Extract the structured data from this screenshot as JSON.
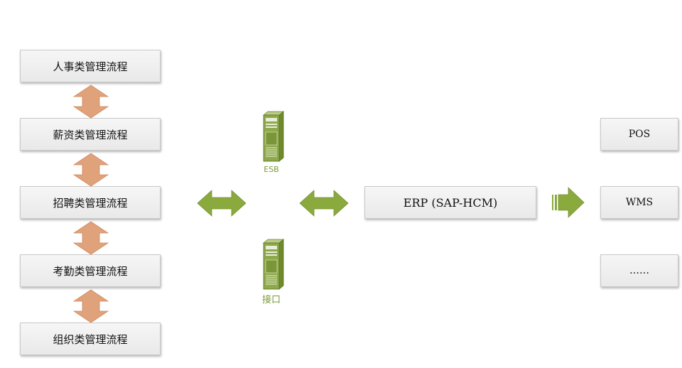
{
  "processes": [
    {
      "label": "人事类管理流程"
    },
    {
      "label": "薪资类管理流程"
    },
    {
      "label": "招聘类管理流程"
    },
    {
      "label": "考勤类管理流程"
    },
    {
      "label": "组织类管理流程"
    }
  ],
  "middleware": {
    "esb_label": "ESB",
    "interface_label": "接口"
  },
  "erp": {
    "label": "ERP (SAP-HCM)"
  },
  "targets": [
    {
      "label": "POS"
    },
    {
      "label": "WMS"
    },
    {
      "label": "……"
    }
  ],
  "colors": {
    "orange_arrow": "#e0a27a",
    "green_arrow": "#8aaa3e",
    "server_green": "#8ea94a",
    "box_border": "#c9c9c9",
    "label_green": "#7a9a3a"
  }
}
